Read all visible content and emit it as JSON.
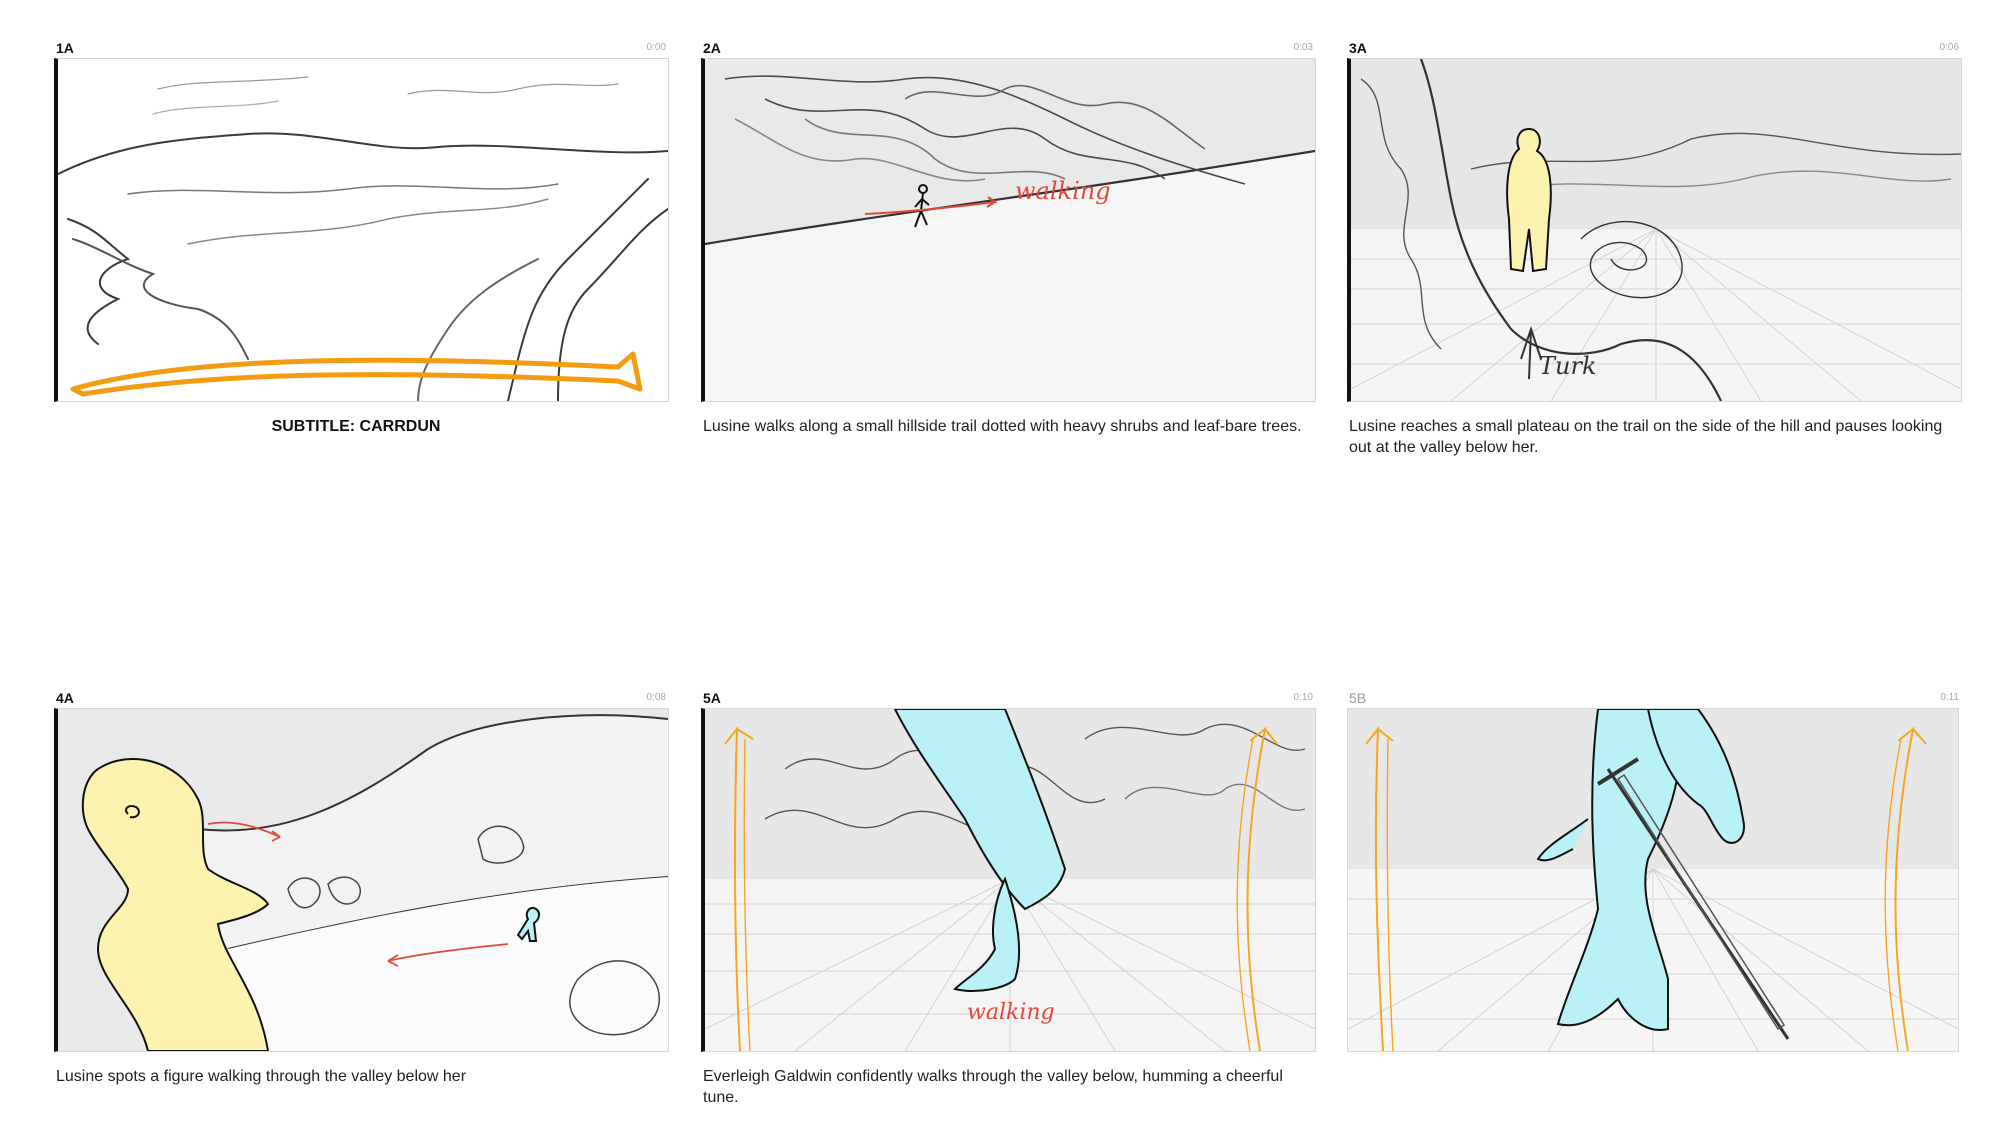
{
  "panels": [
    {
      "id": "1A",
      "timecode": "0:00",
      "caption": "SUBTITLE: CARRDUN"
    },
    {
      "id": "2A",
      "timecode": "0:03",
      "caption": "Lusine walks along a small hillside trail dotted with heavy shrubs and leaf-bare trees.",
      "annotation": "walking"
    },
    {
      "id": "3A",
      "timecode": "0:06",
      "caption": "Lusine reaches a small plateau on the trail on the side of the hill and pauses looking out at the valley below her.",
      "annotation": "Turk"
    },
    {
      "id": "4A",
      "timecode": "0:08",
      "caption": "Lusine spots a figure walking through the valley below her"
    },
    {
      "id": "5A",
      "timecode": "0:10",
      "caption": "Everleigh Galdwin confidently walks through the valley below, humming a cheerful tune.",
      "annotation": "walking"
    },
    {
      "id": "5B",
      "timecode": "0:11",
      "caption": ""
    }
  ],
  "colors": {
    "sketch": "#3a3a3a",
    "orange": "#f39c12",
    "red": "#e0493c",
    "yellow": "#fdf3b0",
    "cyan": "#b9f1f7",
    "sky": "#e4e4e4"
  }
}
